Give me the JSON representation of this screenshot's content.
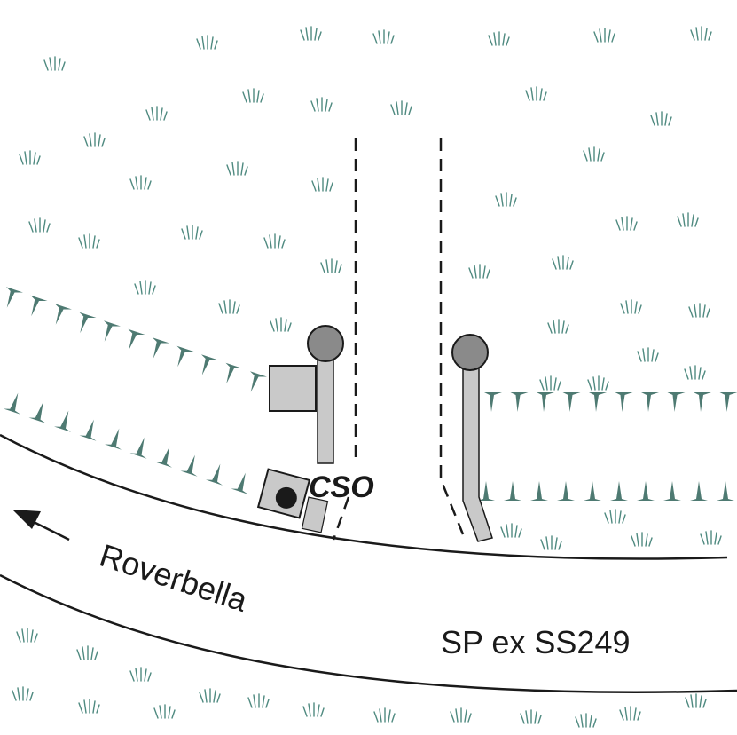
{
  "map": {
    "road_name": "SP ex SS249",
    "direction_label": "Roverbella",
    "site_label": "CSO"
  },
  "colors": {
    "grass": "#4f8a80",
    "hedge": "#4e7a72",
    "signal_head": "#8a8a8a",
    "signal_pole": "#c9c9c9",
    "cabinet": "#c9c9c9",
    "line": "#1a1a1a"
  },
  "icons": [
    "grass-tuft-icon",
    "hedge-marker-icon",
    "direction-arrow-icon",
    "signal-post-icon",
    "control-cabinet-icon",
    "detector-box-icon"
  ]
}
